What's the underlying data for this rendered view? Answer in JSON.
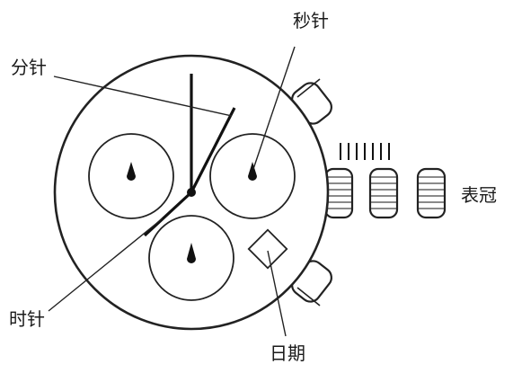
{
  "labels": {
    "second_hand": "秒针",
    "minute_hand": "分针",
    "crown": "表冠",
    "hour_hand": "时针",
    "date": "日期"
  }
}
